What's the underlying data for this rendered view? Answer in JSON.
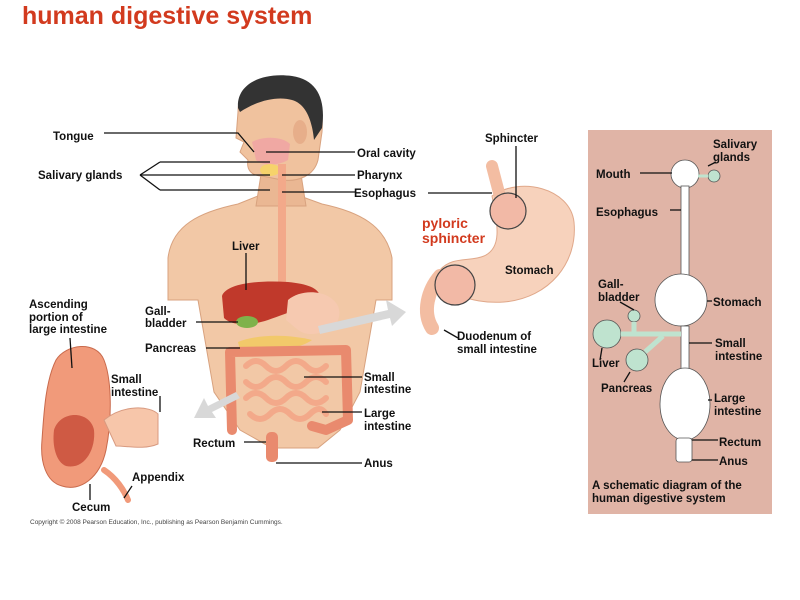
{
  "title": "human digestive system",
  "body_labels": {
    "tongue": "Tongue",
    "salivary_glands": "Salivary glands",
    "oral_cavity": "Oral cavity",
    "pharynx": "Pharynx",
    "esophagus": "Esophagus",
    "liver": "Liver",
    "gallbladder_1": "Gall-",
    "gallbladder_2": "bladder",
    "pancreas": "Pancreas",
    "small_intestine_1": "Small",
    "small_intestine_2": "intestine",
    "large_intestine_1": "Large",
    "large_intestine_2": "intestine",
    "rectum": "Rectum",
    "anus": "Anus"
  },
  "large_intestine_inset": {
    "ascending_1": "Ascending",
    "ascending_2": "portion of",
    "ascending_3": "large intestine",
    "small_intestine_1": "Small",
    "small_intestine_2": "intestine",
    "appendix": "Appendix",
    "cecum": "Cecum"
  },
  "stomach_inset": {
    "sphincter": "Sphincter",
    "pyloric_1": "pyloric",
    "pyloric_2": "sphincter",
    "stomach": "Stomach",
    "duodenum_1": "Duodenum of",
    "duodenum_2": "small intestine"
  },
  "schematic": {
    "background_color": "#e0b4a6",
    "organ_color": "#ffffff",
    "gland_color": "#bfe3cf",
    "salivary_1": "Salivary",
    "salivary_2": "glands",
    "mouth": "Mouth",
    "esophagus": "Esophagus",
    "gallbladder_1": "Gall-",
    "gallbladder_2": "bladder",
    "stomach": "Stomach",
    "liver": "Liver",
    "small_intestine_1": "Small",
    "small_intestine_2": "intestine",
    "pancreas": "Pancreas",
    "large_intestine_1": "Large",
    "large_intestine_2": "intestine",
    "rectum": "Rectum",
    "anus": "Anus",
    "caption_1": "A schematic diagram of the",
    "caption_2": "human digestive system"
  },
  "copyright": "Copyright © 2008 Pearson Education, Inc., publishing as Pearson Benjamin Cummings.",
  "colors": {
    "title": "#d23a1e",
    "skin": "#f2c8a6",
    "liver": "#c0392b",
    "intestine": "#f3a98a",
    "stomach": "#f6c9b0"
  }
}
